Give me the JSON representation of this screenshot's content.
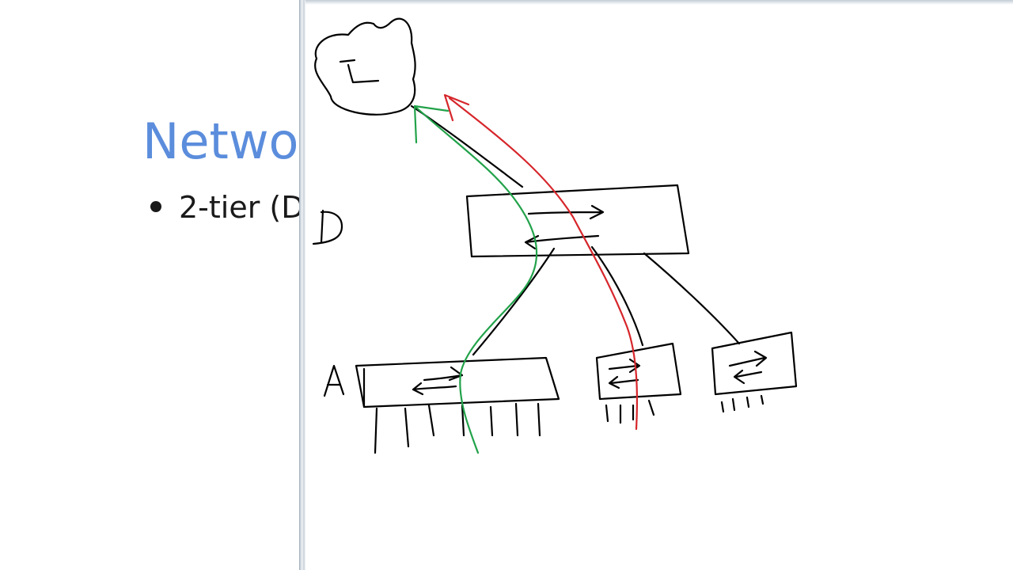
{
  "slide": {
    "title": "Netwo",
    "bullet": "2-tier (D"
  },
  "drawing": {
    "ink_colors": {
      "black": "#000000",
      "green": "#22a24a",
      "red": "#d6262b"
    },
    "labels": {
      "core": "D",
      "access": "A"
    }
  }
}
